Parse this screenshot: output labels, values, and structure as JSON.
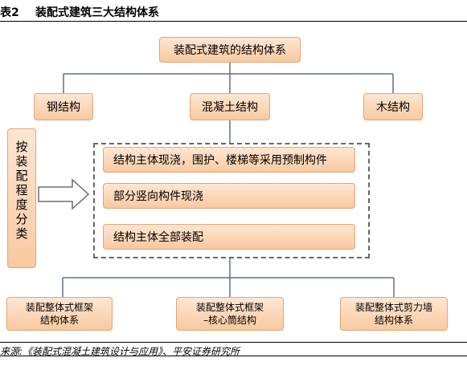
{
  "header": {
    "figure_number": "表2",
    "title": "装配式建筑三大结构体系"
  },
  "top": {
    "label": "装配式建筑的结构体系"
  },
  "level2": [
    {
      "label": "钢结构"
    },
    {
      "label": "混凝土结构"
    },
    {
      "label": "木结构"
    }
  ],
  "side": {
    "label": "按装配程度分类"
  },
  "degree": [
    {
      "label": "结构主体现浇，围护、楼梯等采用预制构件"
    },
    {
      "label": "部分竖向构件现浇"
    },
    {
      "label": "结构主体全部装配"
    }
  ],
  "bottom": [
    {
      "label": "装配整体式框架\n结构体系"
    },
    {
      "label": "装配整体式框架\n–核心筒结构"
    },
    {
      "label": "装配整体式剪力墙\n结构体系"
    }
  ],
  "footer": {
    "source": "来源:《装配式混凝土建筑设计与应用》、平安证券研究所"
  },
  "colors": {
    "box_fill": "#fbd6b6",
    "box_border": "#e4a574",
    "line": "#5b7190"
  }
}
